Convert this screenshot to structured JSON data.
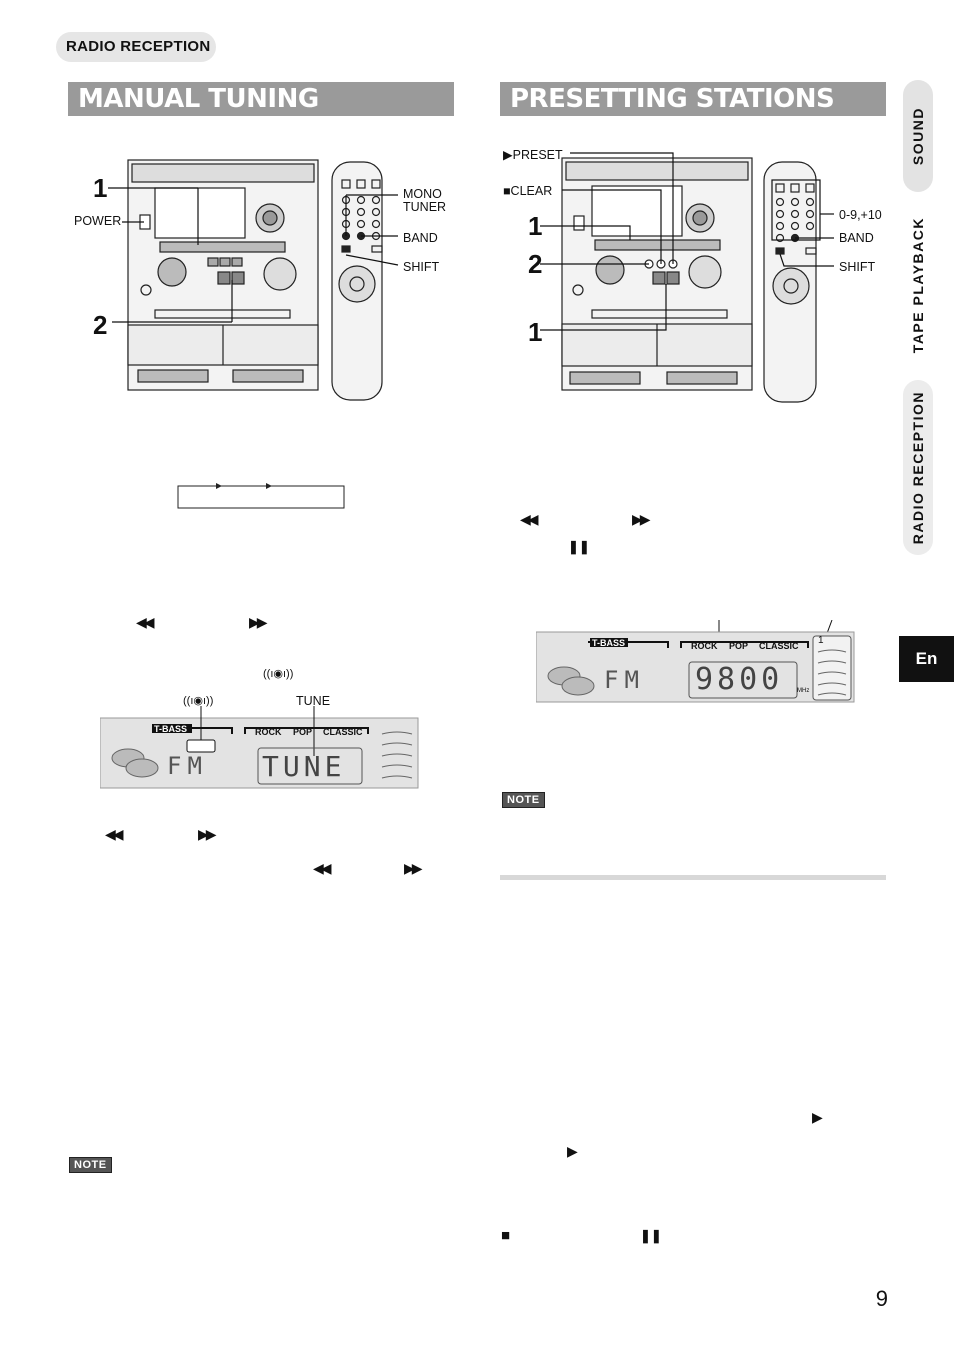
{
  "header": {
    "section": "RADIO RECEPTION"
  },
  "left": {
    "title": "MANUAL TUNING",
    "labels": {
      "power": "POWER",
      "mono_tuner_1": "MONO",
      "mono_tuner_2": "TUNER",
      "band": "BAND",
      "shift": "SHIFT"
    },
    "steps": [
      "1",
      "2"
    ],
    "rewind_symbol": "◀◀",
    "ff_symbol": "▶▶",
    "stereo_symbol": "((ı◉ı))",
    "tune_label": "TUNE",
    "display": {
      "tbass": "T-BASS",
      "rock": "ROCK",
      "pop": "POP",
      "classic": "CLASSIC",
      "band_text": "FM",
      "main_text": "TUNE"
    },
    "note": "NOTE"
  },
  "right": {
    "title": "PRESETTING STATIONS",
    "labels": {
      "preset": "▶PRESET",
      "clear": "■CLEAR",
      "keys": "0-9,+10",
      "band": "BAND",
      "shift": "SHIFT"
    },
    "steps": [
      "1",
      "2",
      "1"
    ],
    "rewind_symbol": "◀◀",
    "ff_symbol": "▶▶",
    "pause_symbol": "❚❚",
    "play_symbol": "▶",
    "stop_symbol": "■",
    "display": {
      "tbass": "T-BASS",
      "rock": "ROCK",
      "pop": "POP",
      "classic": "CLASSIC",
      "band_text": "FM",
      "freq": "9800",
      "unit": "MHz",
      "preset_no": "1"
    },
    "note": "NOTE"
  },
  "side_tabs": [
    "SOUND",
    "TAPE PLAYBACK",
    "RADIO RECEPTION"
  ],
  "lang_tab": "En",
  "page_number": "9"
}
